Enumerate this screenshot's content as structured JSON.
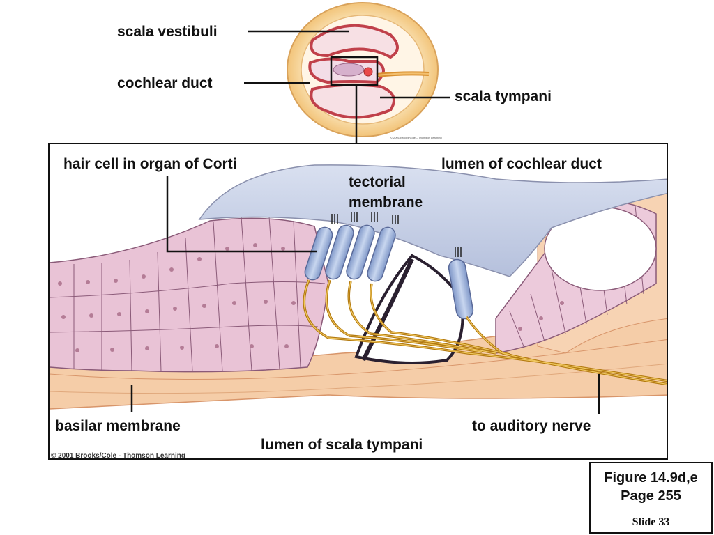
{
  "labels": {
    "scala_vestibuli": "scala vestibuli",
    "cochlear_duct": "cochlear duct",
    "scala_tympani": "scala tympani",
    "hair_cell": "hair cell in organ of Corti",
    "lumen_cochlear_duct": "lumen of cochlear duct",
    "tectorial_line1": "tectorial",
    "tectorial_line2": "membrane",
    "basilar_membrane": "basilar membrane",
    "to_auditory_nerve": "to auditory nerve",
    "lumen_scala_tympani": "lumen of scala tympani"
  },
  "copyright": {
    "main": "© 2001 Brooks/Cole - Thomson Learning",
    "inset": "© 2001 Brooks/Cole – Thomson Learning"
  },
  "figure_box": {
    "figure": "Figure 14.9d,e",
    "page": "Page 255",
    "slide": "Slide 33"
  },
  "colors": {
    "tissue_pink": "#e9c3d6",
    "cell_outline": "#8a5a78",
    "basilar_orange": "#f4c9a4",
    "tectorial_blue": "#c8d1e6",
    "hair_cell_blue": "#a9bde0",
    "nerve_gold": "#d9a22b",
    "inset_ring": "#f6d79a"
  }
}
